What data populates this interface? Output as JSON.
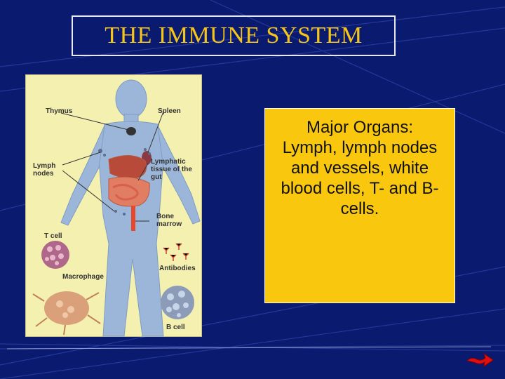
{
  "slide": {
    "title": "THE IMMUNE SYSTEM"
  },
  "figure": {
    "labels": {
      "thymus": "Thymus",
      "spleen": "Spleen",
      "lymph_nodes": "Lymph nodes",
      "lymphatic_gut": "Lymphatic tissue of the gut",
      "bone_marrow": "Bone marrow",
      "t_cell": "T cell",
      "antibodies": "Antibodies",
      "macrophage": "Macrophage",
      "b_cell": "B cell"
    }
  },
  "text_box": {
    "heading": "Major Organs:",
    "body": "Lymph, lymph nodes and vessels, white blood cells, T- and B- cells."
  },
  "colors": {
    "background": "#0a1a6e",
    "title": "#f5c518",
    "text_box": "#f9c80e",
    "arrow": "#e01010"
  },
  "nav": {
    "next_icon": "red-arrow-right-icon"
  }
}
